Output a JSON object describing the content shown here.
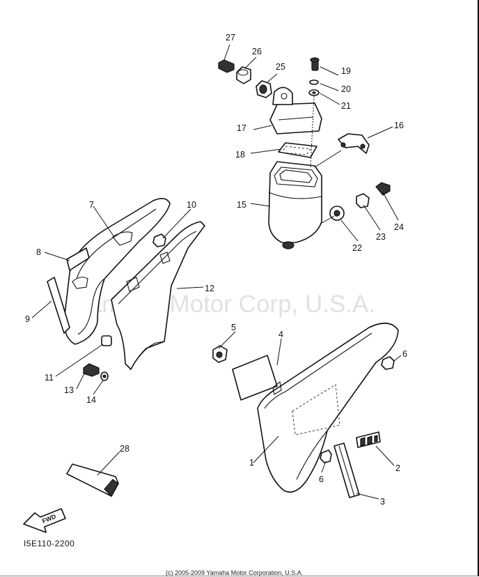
{
  "diagram": {
    "watermark": "Yamaha Motor Corp, U.S.A.",
    "drawing_code": "I5E110-2200",
    "copyright": "(c) 2005-2009 Yamaha Motor Corporation, U.S.A.",
    "fwd_label": "FWD",
    "callouts": [
      "1",
      "2",
      "3",
      "4",
      "5",
      "6",
      "6",
      "7",
      "8",
      "9",
      "10",
      "11",
      "12",
      "13",
      "14",
      "15",
      "16",
      "17",
      "18",
      "19",
      "20",
      "21",
      "22",
      "23",
      "24",
      "25",
      "26",
      "27",
      "28"
    ]
  }
}
